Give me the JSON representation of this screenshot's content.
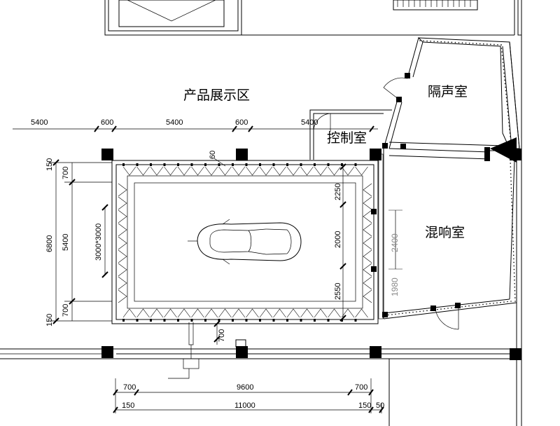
{
  "rooms": {
    "product_area": "产品展示区",
    "soundproof_room": "隔声室",
    "control_room": "控制室",
    "reverb_room": "混响室"
  },
  "dims": {
    "top_5400_a": "5400",
    "top_600_a": "600",
    "top_5400_b": "5400",
    "top_600_b": "600",
    "top_5400_c": "5400",
    "small_60": "60",
    "left_150_top": "150",
    "left_700_top": "700",
    "left_6800": "6800",
    "left_5400": "5400",
    "left_700_bot": "700",
    "left_150_bot": "150",
    "inner_3000x3000": "3000*3000",
    "right_2250": "2250",
    "right_2000": "2000",
    "right_2550": "2550",
    "gray_2400": "2400",
    "gray_1980": "1980",
    "below_700": "700",
    "bot_700_a": "700",
    "bot_9600": "9600",
    "bot_700_b": "700",
    "bot_150_a": "150",
    "bot_11000": "11000",
    "bot_150_b": "150",
    "bot_50": "50"
  }
}
